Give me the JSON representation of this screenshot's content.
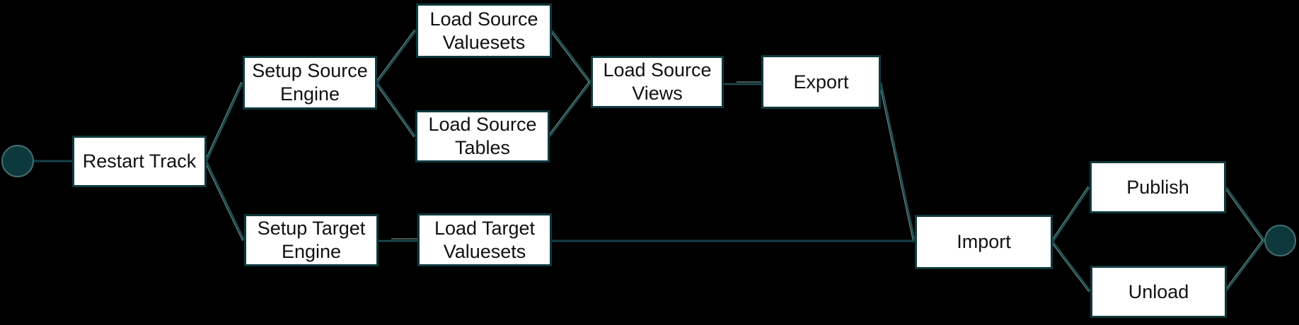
{
  "diagram": {
    "type": "workflow-flowchart",
    "background": "#000000",
    "colors": {
      "node_fill": "#ffffff",
      "node_border": "#0f393d",
      "connector": "#1d4f53",
      "connector_highlight": "#7fa3a1",
      "terminal_fill": "#0d383c",
      "terminal_rim": "#456e71",
      "text": "#111111"
    },
    "nodes": {
      "start": {
        "label": "",
        "shape": "circle",
        "role": "start-terminal"
      },
      "restart_track": {
        "label": "Restart Track"
      },
      "setup_source_engine": {
        "label": "Setup Source Engine"
      },
      "load_source_valuesets": {
        "label": "Load Source Valuesets"
      },
      "load_source_tables": {
        "label": "Load Source Tables"
      },
      "load_source_views": {
        "label": "Load Source Views"
      },
      "export": {
        "label": "Export"
      },
      "setup_target_engine": {
        "label": "Setup Target Engine"
      },
      "load_target_valuesets": {
        "label": "Load Target Valuesets"
      },
      "import": {
        "label": "Import"
      },
      "publish": {
        "label": "Publish"
      },
      "unload": {
        "label": "Unload"
      },
      "end": {
        "label": "",
        "shape": "circle",
        "role": "end-terminal"
      }
    },
    "edges": [
      {
        "from": "start",
        "to": "restart_track"
      },
      {
        "from": "restart_track",
        "to": "setup_source_engine"
      },
      {
        "from": "restart_track",
        "to": "setup_target_engine"
      },
      {
        "from": "setup_source_engine",
        "to": "load_source_valuesets"
      },
      {
        "from": "setup_source_engine",
        "to": "load_source_tables"
      },
      {
        "from": "load_source_valuesets",
        "to": "load_source_views"
      },
      {
        "from": "load_source_tables",
        "to": "load_source_views"
      },
      {
        "from": "load_source_views",
        "to": "export"
      },
      {
        "from": "export",
        "to": "import"
      },
      {
        "from": "setup_target_engine",
        "to": "load_target_valuesets"
      },
      {
        "from": "load_target_valuesets",
        "to": "import"
      },
      {
        "from": "import",
        "to": "publish"
      },
      {
        "from": "import",
        "to": "unload"
      },
      {
        "from": "publish",
        "to": "end"
      },
      {
        "from": "unload",
        "to": "end"
      }
    ]
  }
}
